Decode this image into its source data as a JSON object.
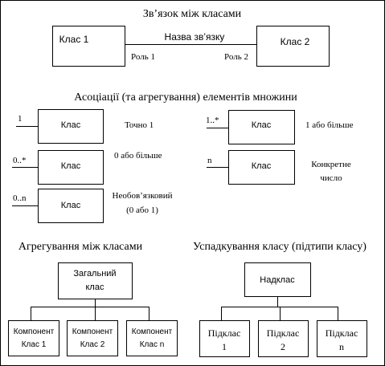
{
  "association": {
    "title": "Зв’язок між класами",
    "class1": "Клас 1",
    "class2": "Клас 2",
    "name": "Назва зв’язку",
    "role1": "Роль 1",
    "role2": "Роль 2"
  },
  "multiplicity": {
    "title": "Асоціації (та агрегування) елементів множини",
    "class_label": "Клас",
    "exactly_one": {
      "mult": "1",
      "desc": "Точно 1"
    },
    "zero_or_more": {
      "mult": "0..*",
      "desc": "0 або більше"
    },
    "optional": {
      "mult": "0..n",
      "desc_line1": "Необов’язковий",
      "desc_line2": "(0 або 1)"
    },
    "one_or_more": {
      "mult": "1..*",
      "desc": "1 або більше"
    },
    "specific": {
      "mult": "n",
      "desc_line1": "Конкретне",
      "desc_line2": "число"
    }
  },
  "aggregation": {
    "title": "Агрегування між класами",
    "whole_line1": "Загальний",
    "whole_line2": "клас",
    "parts": [
      {
        "line1": "Компонент",
        "line2": "Клас 1"
      },
      {
        "line1": "Компонент",
        "line2": "Клас 2"
      },
      {
        "line1": "Компонент",
        "line2": "Клас n"
      }
    ]
  },
  "inheritance": {
    "title": "Успадкування класу (підтипи класу)",
    "superclass": "Надклас",
    "subclasses": [
      {
        "line1": "Підклас",
        "line2": "1"
      },
      {
        "line1": "Підклас",
        "line2": "2"
      },
      {
        "line1": "Підклас",
        "line2": "n"
      }
    ]
  }
}
